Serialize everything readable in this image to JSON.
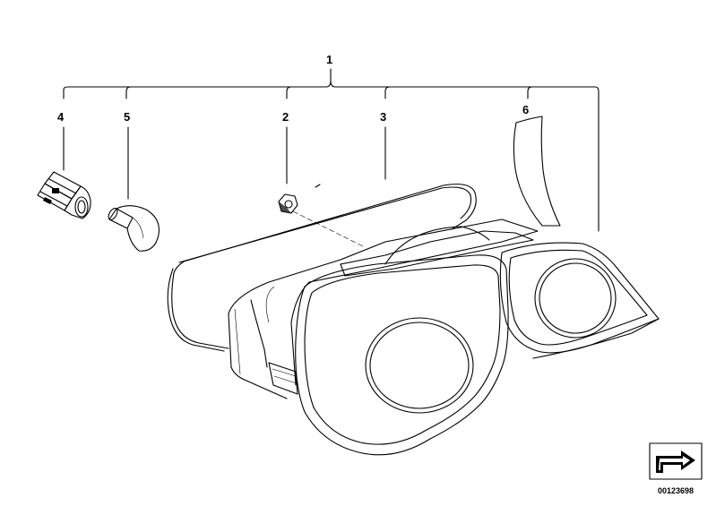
{
  "diagram": {
    "callouts": [
      {
        "id": "1",
        "label": "1"
      },
      {
        "id": "4",
        "label": "4"
      },
      {
        "id": "5",
        "label": "5"
      },
      {
        "id": "2",
        "label": "2"
      },
      {
        "id": "3",
        "label": "3"
      },
      {
        "id": "6",
        "label": "6"
      }
    ],
    "catalog_number": "00123698"
  }
}
